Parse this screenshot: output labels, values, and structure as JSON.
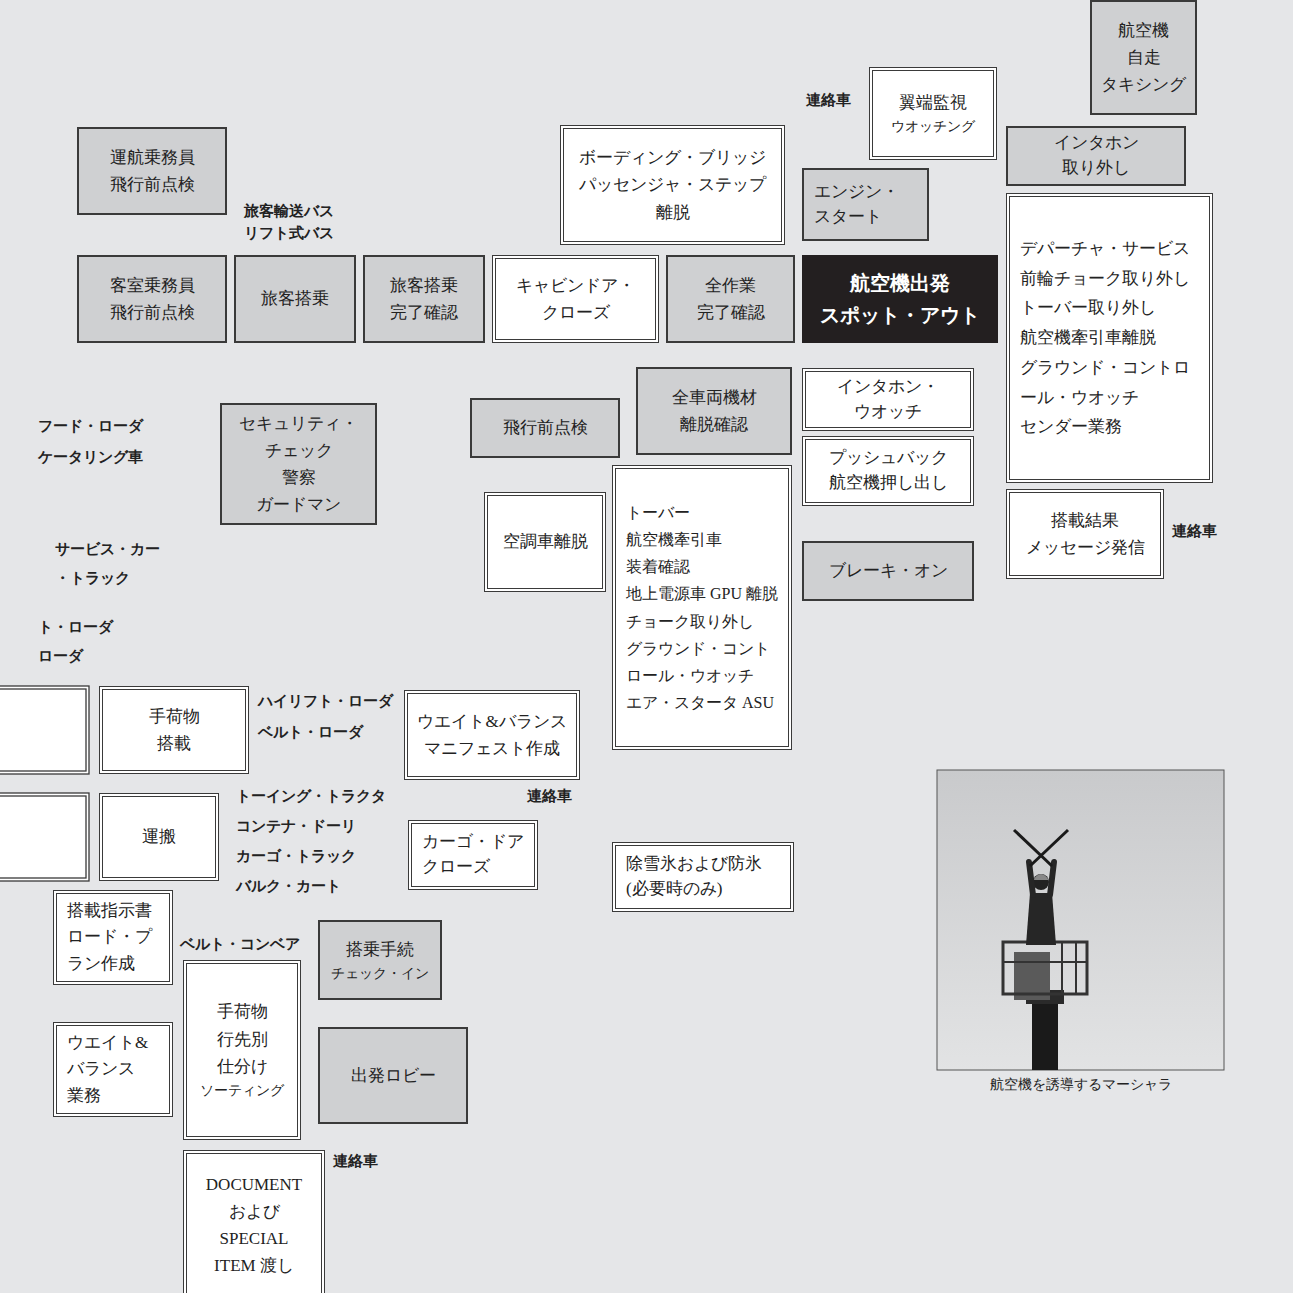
{
  "diagram": {
    "caption": "航空機を誘導するマーシャラ",
    "nodes": [
      {
        "text": [
          "航空機 自走 タキシング"
        ]
      },
      {
        "text": [
          "翼端監視",
          "ウオッチング"
        ]
      },
      {
        "text": [
          "ボーディング・ブリッジ パッセンジャ・ステップ 離脱"
        ]
      },
      {
        "text": [
          "インタホン 取り外し"
        ]
      },
      {
        "text": [
          "運航乗務員 飛行前点検"
        ]
      },
      {
        "text": [
          "エンジン・ スタート"
        ]
      },
      {
        "text": [
          "デパーチャ・サービス",
          "前輪チョーク取り外し",
          "トーバー取り外し",
          "航空機牽引車離脱",
          "グラウンド・コントロ ール・ウオッチ",
          "センダー業務"
        ]
      },
      {
        "text": [
          "客室乗務員 飛行前点検"
        ]
      },
      {
        "text": [
          "旅客搭乗"
        ]
      },
      {
        "text": [
          "旅客搭乗 完了確認"
        ]
      },
      {
        "text": [
          "キャビンドア・ クローズ"
        ]
      },
      {
        "text": [
          "全作業 完了確認"
        ]
      },
      {
        "text": [
          "航空機出発 スポット・アウト"
        ]
      },
      {
        "text": [
          "全車両機材 離脱確認"
        ]
      },
      {
        "text": [
          "インタホン・ ウオッチ"
        ]
      },
      {
        "text": [
          "飛行前点検"
        ]
      },
      {
        "text": [
          "セキュリティ・ チェック 警察 ガードマン"
        ]
      },
      {
        "text": [
          "プッシュバック 航空機押し出し"
        ]
      },
      {
        "text": [
          "トーバー",
          "航空機牽引車 装着確認",
          "地上電源車 GPU 離脱",
          "チョーク取り外し",
          "グラウンド・コント ロール・ウオッチ",
          "エア・スタータ ASU"
        ]
      },
      {
        "text": [
          "空調車離脱"
        ]
      },
      {
        "text": [
          "搭載結果 メッセージ発信"
        ]
      },
      {
        "text": [
          "ブレーキ・オン"
        ]
      },
      {
        "text": [
          "手荷物 搭載"
        ]
      },
      {
        "text": [
          "ウエイト&バランス マニフェスト作成"
        ]
      },
      {
        "text": [
          "運搬"
        ]
      },
      {
        "text": [
          "カーゴ・ドア クローズ"
        ]
      },
      {
        "text": [
          "除雪氷および防氷 (必要時のみ)"
        ]
      },
      {
        "text": [
          "搭載指示書 ロード・プ ラン作成"
        ]
      },
      {
        "text": [
          "搭乗手続",
          "チェック・イン"
        ]
      },
      {
        "text": [
          "手荷物 行先別 仕分け",
          "ソーティング"
        ]
      },
      {
        "text": [
          "ウエイト& バランス 業務"
        ]
      },
      {
        "text": [
          "出発ロビー"
        ]
      },
      {
        "text": [
          "DOCUMENT および SPECIAL ITEM 渡し"
        ]
      }
    ],
    "labels": [
      "連絡車",
      "旅客輸送バス",
      "リフト式バス",
      "フード・ローダ",
      "ケータリング車",
      "サービス・カー ・トラック",
      "ト・ローダ",
      "ローダ",
      "連絡車",
      "ハイリフト・ローダ",
      "ベルト・ローダ",
      "トーイング・トラクタ",
      "コンテナ・ドーリ",
      "カーゴ・トラック",
      "バルク・カート",
      "連絡車",
      "ベルト・コンベア",
      "連絡車"
    ]
  }
}
